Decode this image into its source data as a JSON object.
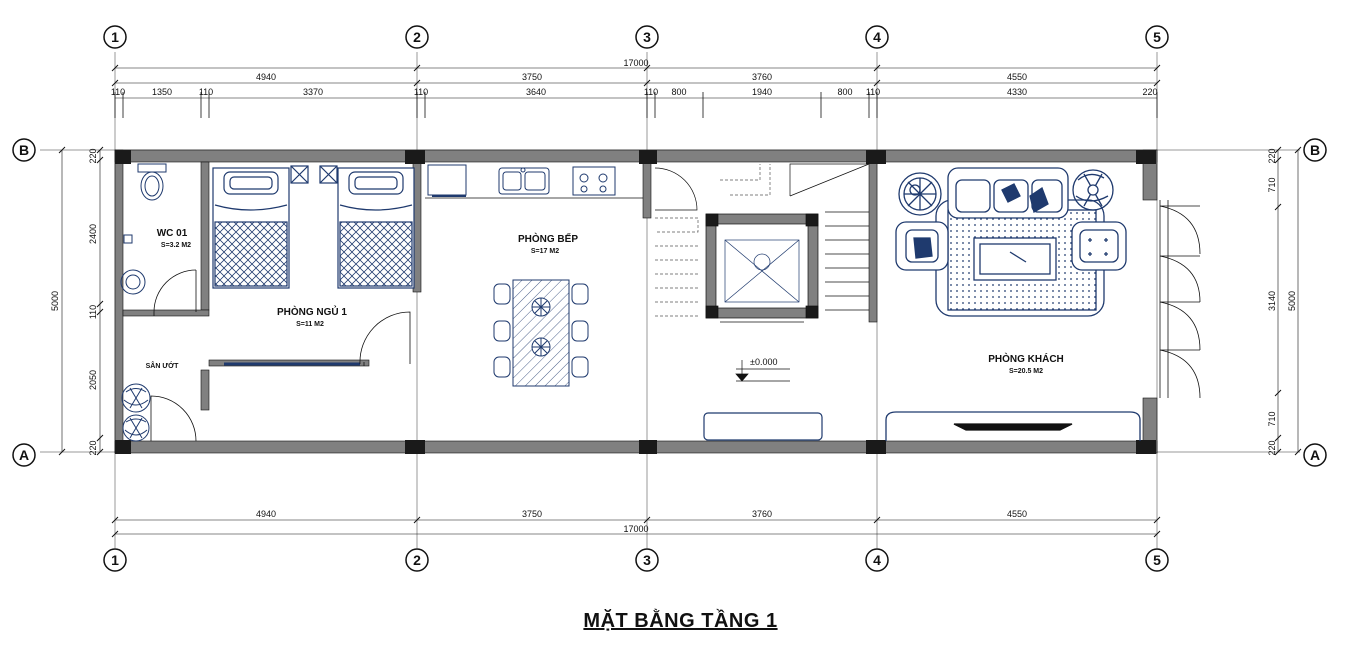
{
  "title": "MẶT BẰNG TẦNG 1",
  "grid_columns": [
    "1",
    "2",
    "3",
    "4",
    "5"
  ],
  "grid_rows": [
    "B",
    "A"
  ],
  "dims": {
    "overall": "17000",
    "top_bays": [
      "4940",
      "3750",
      "3760",
      "4550"
    ],
    "bottom_bays": [
      "4940",
      "3750",
      "3760",
      "4550"
    ],
    "top_detail": [
      "110",
      "1350",
      "110",
      "3370",
      "110",
      "3640",
      "110",
      "800",
      "1940",
      "800",
      "110",
      "4330",
      "220"
    ],
    "left_total": "5000",
    "left_detail": [
      "220",
      "2400",
      "110",
      "2050",
      "220"
    ],
    "right_total": "5000",
    "right_detail": [
      "220",
      "710",
      "3140",
      "710",
      "220"
    ]
  },
  "rooms": {
    "wc": {
      "name": "WC 01",
      "area": "S=3.2 M2"
    },
    "bedroom": {
      "name": "PHÒNG NGỦ 1",
      "area": "S=11 M2"
    },
    "kitchen": {
      "name": "PHÒNG BẾP",
      "area": "S=17 M2"
    },
    "living": {
      "name": "PHÒNG KHÁCH",
      "area": "S=20.5 M2"
    },
    "yard": {
      "name": "SÂN ƯỚT"
    }
  },
  "level": "±0.000",
  "colors": {
    "wall": "#808080",
    "column": "#1a1a1a",
    "furniture": "#1f3a6e",
    "line": "#111111"
  }
}
